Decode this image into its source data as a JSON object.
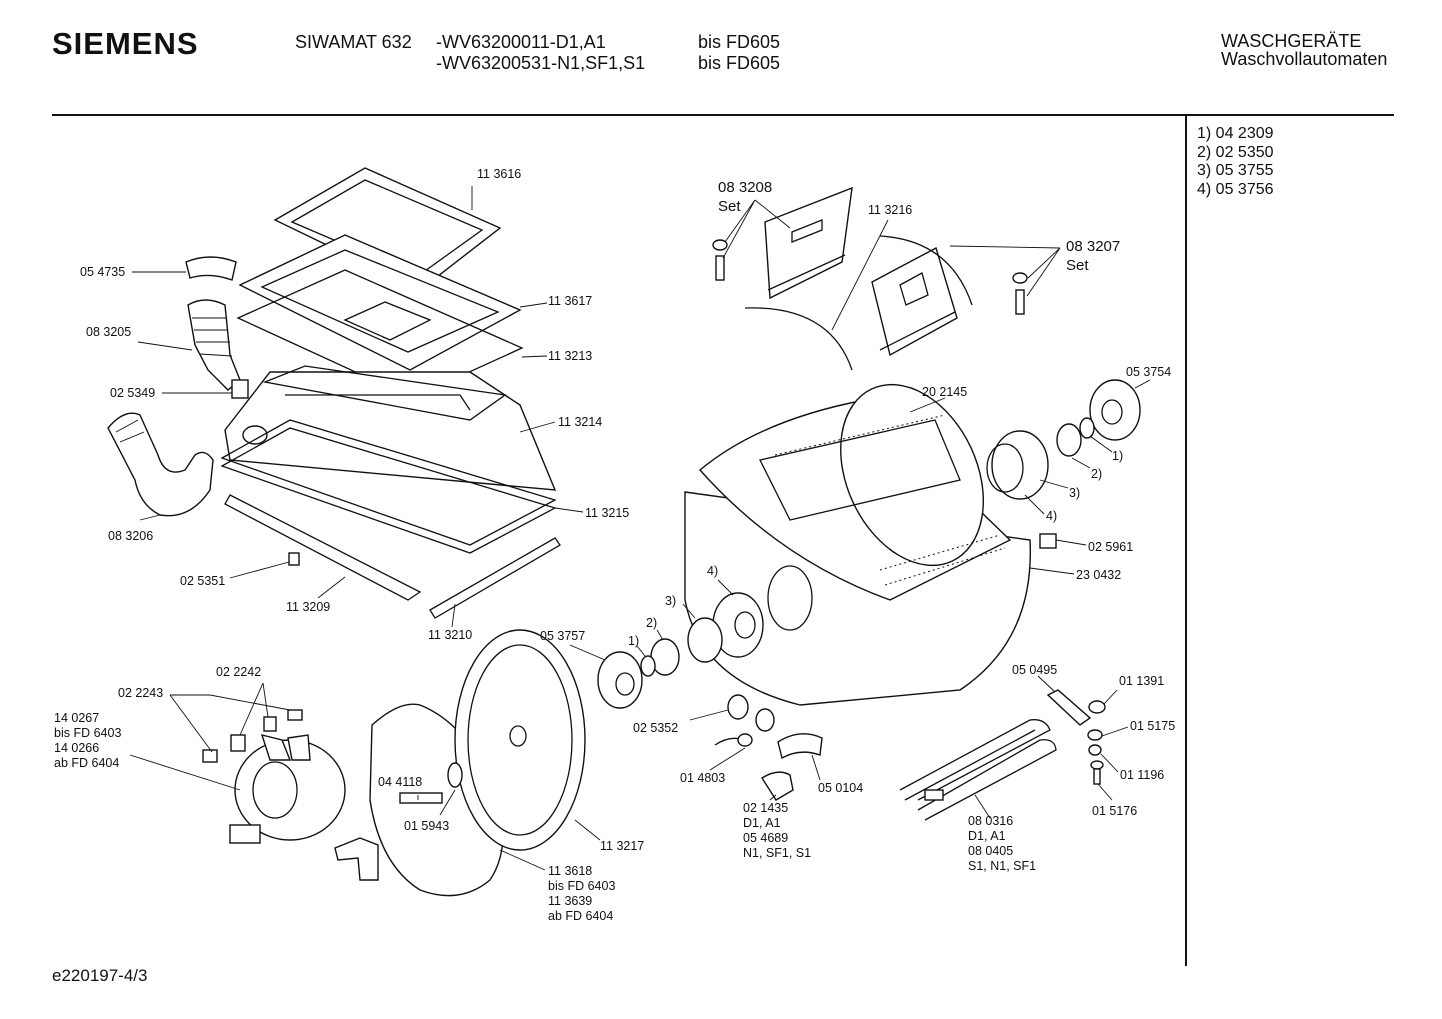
{
  "header": {
    "brand": "SIEMENS",
    "model": "SIWAMAT 632",
    "variant_1": "-WV63200011-D1,A1",
    "variant_2": "-WV63200531-N1,SF1,S1",
    "validity_1": "bis FD605",
    "validity_2": "bis FD605",
    "category": "WASCHGERÄTE",
    "subcategory": "Waschvollautomaten"
  },
  "notes": [
    "1)  04 2309",
    "2)  02 5350",
    "3)  05 3755",
    "4)  05 3756"
  ],
  "footer": {
    "doc_id": "e220197-4/3"
  },
  "labels": {
    "p113616": "11 3616",
    "p054735": "05 4735",
    "p113617": "11 3617",
    "p083205": "08 3205",
    "p113213": "11 3213",
    "p025349": "02 5349",
    "p113214": "11 3214",
    "p083206": "08 3206",
    "p113215": "11 3215",
    "p025351": "02 5351",
    "p113209": "11 3209",
    "p113210": "11 3210",
    "p083208": "08 3208",
    "set_a": "Set",
    "p113216": "11 3216",
    "p083207": "08 3207",
    "set_b": "Set",
    "p053754": "05 3754",
    "p202145": "20 2145",
    "n1a": "1)",
    "n2a": "2)",
    "n3a": "3)",
    "n4a": "4)",
    "p025961": "02 5961",
    "p230432": "23 0432",
    "n4b": "4)",
    "n3b": "3)",
    "n2b": "2)",
    "n1b": "1)",
    "p053757": "05 3757",
    "p022242": "02 2242",
    "p022243": "02 2243",
    "p140267": "14 0267",
    "bis_fd6403_a": "bis FD 6403",
    "p140266": "14 0266",
    "ab_fd6404_a": "ab FD 6404",
    "p044118": "04 4118",
    "p015943": "01 5943",
    "p113217": "11 3217",
    "p113618": "11 3618",
    "bis_fd6403_b": "bis FD 6403",
    "p113639": "11 3639",
    "ab_fd6404_b": "ab FD 6404",
    "p025352": "02 5352",
    "p014803": "01 4803",
    "p021435": "02 1435",
    "d1a1_a": "D1, A1",
    "p054689": "05 4689",
    "n1sf1s1": "N1, SF1, S1",
    "p050104": "05 0104",
    "p050495": "05 0495",
    "p011391": "01 1391",
    "p015175": "01 5175",
    "p011196": "01 1196",
    "p015176": "01 5176",
    "p080316": "08 0316",
    "d1a1_b": "D1, A1",
    "p080405": "08 0405",
    "s1n1sf1": "S1, N1, SF1"
  }
}
